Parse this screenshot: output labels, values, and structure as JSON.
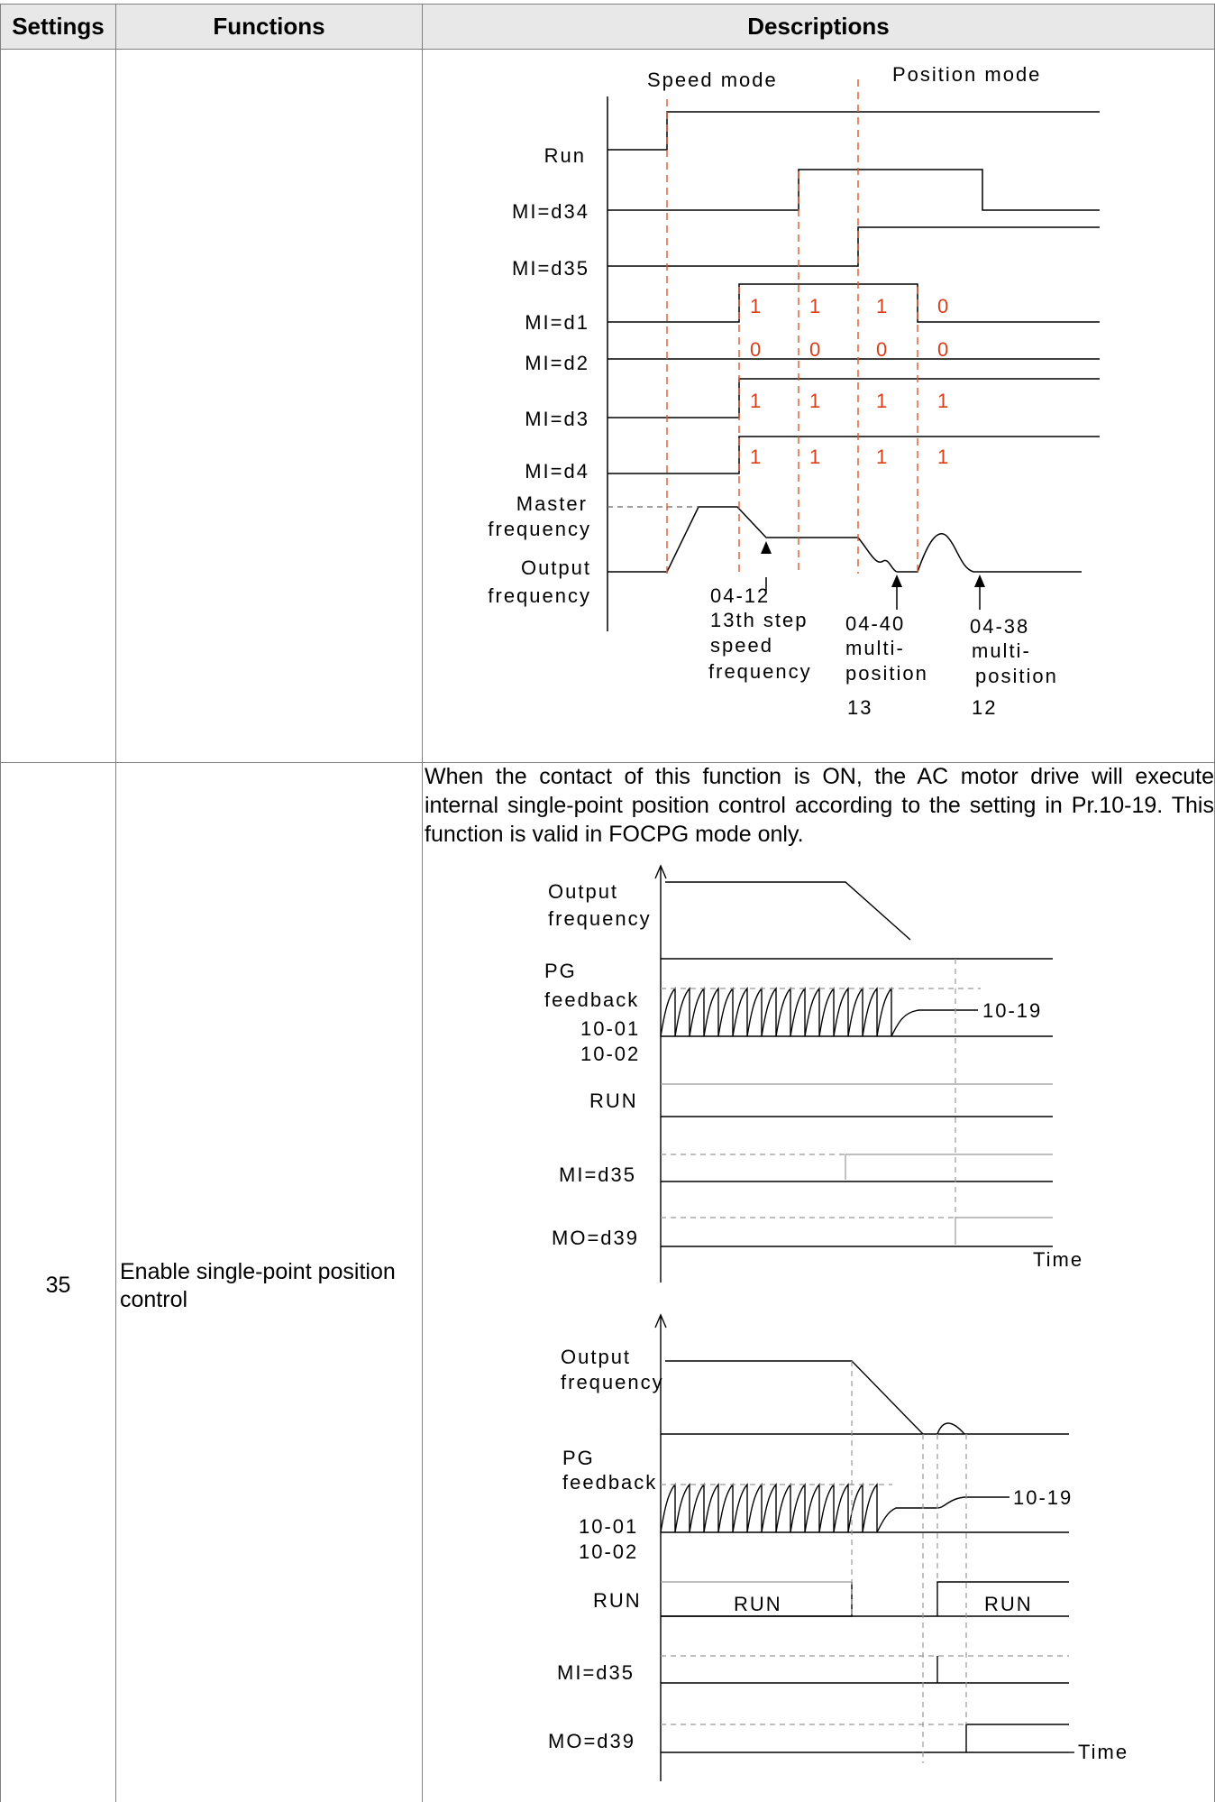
{
  "table": {
    "headers": {
      "settings": "Settings",
      "functions": "Functions",
      "descriptions": "Descriptions"
    },
    "row35": {
      "setting": "35",
      "function": "Enable single-point position control",
      "description": "When the contact of this function is ON, the AC motor drive will execute internal single-point position control according to the setting in Pr.10-19. This function is valid in FOCPG mode only."
    }
  },
  "diagram1": {
    "mode_speed": "Speed mode",
    "mode_position": "Position mode",
    "signals": [
      "Run",
      "MI=d34",
      "MI=d35",
      "MI=d1",
      "MI=d2",
      "MI=d3",
      "MI=d4"
    ],
    "master_freq": [
      "Master",
      "frequency"
    ],
    "output_freq": [
      "Output",
      "frequency"
    ],
    "bits": {
      "d1": [
        "1",
        "1",
        "1",
        "0"
      ],
      "d2": [
        "0",
        "0",
        "0",
        "0"
      ],
      "d3": [
        "1",
        "1",
        "1",
        "1"
      ],
      "d4": [
        "1",
        "1",
        "1",
        "1"
      ]
    },
    "ann1": [
      "04-12",
      "13th step",
      "speed",
      "frequency"
    ],
    "ann2": [
      "04-40",
      "multi-",
      "position",
      "13"
    ],
    "ann3": [
      "04-38",
      "multi-",
      "position",
      "12"
    ]
  },
  "diagram2": {
    "output_freq": [
      "Output",
      "frequency"
    ],
    "pg": [
      "PG",
      "feedback",
      "10-01",
      "10-02"
    ],
    "target": "10-19",
    "run": "RUN",
    "mi": "MI=d35",
    "mo": "MO=d39",
    "time": "Time"
  },
  "diagram3": {
    "output_freq": [
      "Output",
      "frequency"
    ],
    "pg": [
      "PG",
      "feedback",
      "10-01",
      "10-02"
    ],
    "target": "10-19",
    "run": "RUN",
    "run_a": "RUN",
    "run_b": "RUN",
    "mi": "MI=d35",
    "mo": "MO=d39",
    "time": "Time"
  }
}
